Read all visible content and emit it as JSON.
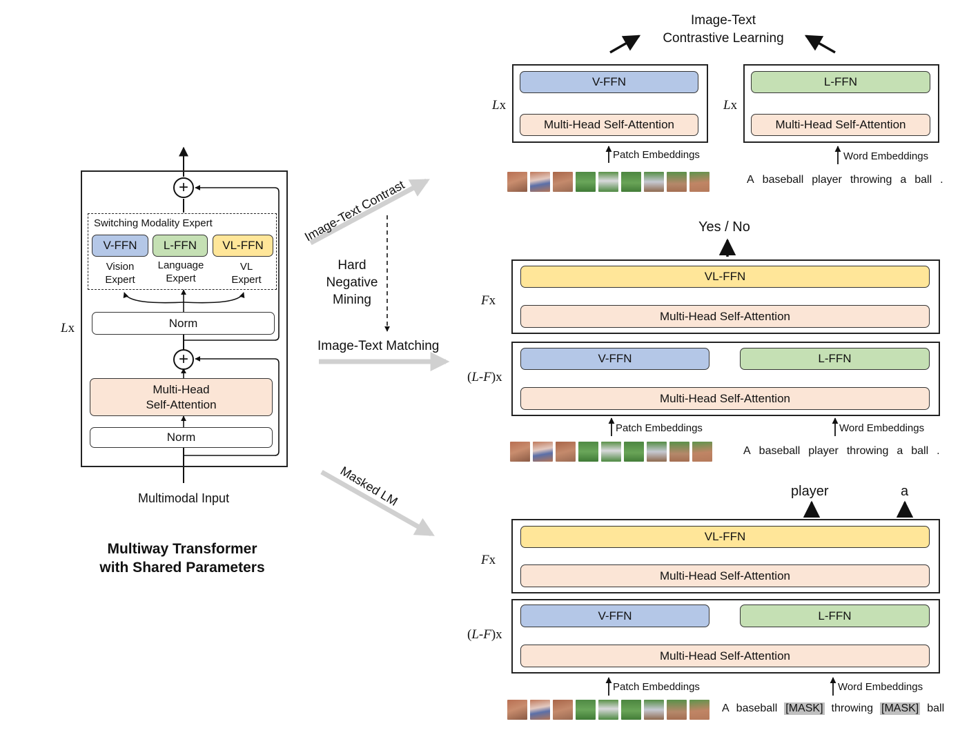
{
  "left_panel": {
    "switching_label": "Switching Modality Expert",
    "vffn": "V-FFN",
    "lffn": "L-FFN",
    "vlffn": "VL-FFN",
    "vision_expert": [
      "Vision",
      "Expert"
    ],
    "language_expert": [
      "Language",
      "Expert"
    ],
    "vl_expert": [
      "VL",
      "Expert"
    ],
    "norm": "Norm",
    "mhsa": [
      "Multi-Head",
      "Self-Attention"
    ],
    "lx": "L",
    "x": "x",
    "plus": "+",
    "input": "Multimodal Input",
    "title": [
      "Multiway Transformer",
      "with Shared Parameters"
    ]
  },
  "middle": {
    "contrast": "Image-Text Contrast",
    "hard_negative": [
      "Hard",
      "Negative",
      "Mining"
    ],
    "matching": "Image-Text Matching",
    "masked_lm": "Masked LM"
  },
  "top": {
    "output": [
      "Image-Text",
      "Contrastive Learning"
    ],
    "vffn": "V-FFN",
    "lffn": "L-FFN",
    "mhsa": "Multi-Head Self-Attention",
    "lx": "L",
    "x": "x",
    "patch_emb": "Patch Embeddings",
    "word_emb": "Word Embeddings",
    "words": [
      "A",
      "baseball",
      "player",
      "throwing",
      "a",
      "ball",
      "."
    ]
  },
  "middle_right": {
    "output": "Yes / No",
    "vlffn": "VL-FFN",
    "vffn": "V-FFN",
    "lffn": "L-FFN",
    "mhsa": "Multi-Head Self-Attention",
    "fx": "F",
    "lfx_l": "L",
    "lfx_f": "F",
    "x": "x",
    "patch_emb": "Patch Embeddings",
    "word_emb": "Word Embeddings",
    "words": [
      "A",
      "baseball",
      "player",
      "throwing",
      "a",
      "ball",
      "."
    ]
  },
  "bottom": {
    "output1": "player",
    "output2": "a",
    "vlffn": "VL-FFN",
    "vffn": "V-FFN",
    "lffn": "L-FFN",
    "mhsa": "Multi-Head Self-Attention",
    "fx": "F",
    "lfx_l": "L",
    "lfx_f": "F",
    "x": "x",
    "patch_emb": "Patch Embeddings",
    "word_emb": "Word Embeddings",
    "words": [
      "A",
      "baseball",
      "[MASK]",
      "throwing",
      "[MASK]",
      "ball"
    ]
  },
  "colors": {
    "vffn": "#b4c7e7",
    "lffn": "#c5e0b4",
    "vlffn": "#ffe699",
    "mhsa": "#fbe5d6",
    "mask": "#bfbfbf",
    "task_arrow": "#d0d0d0"
  },
  "icons": [
    "patch-image-icon"
  ]
}
